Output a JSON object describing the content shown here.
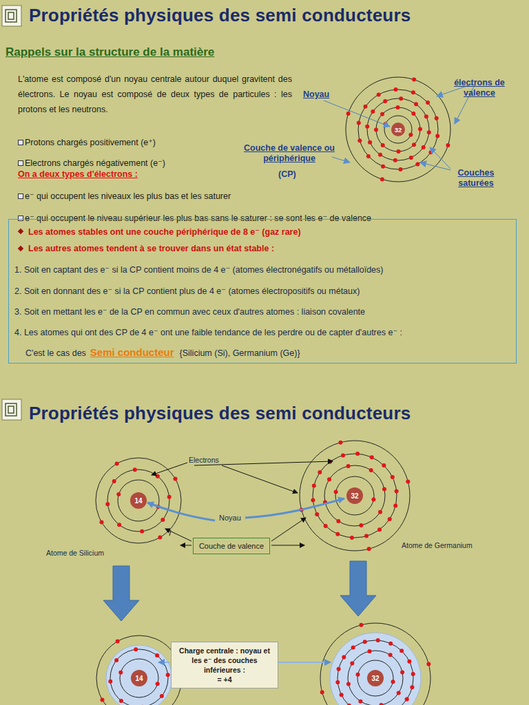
{
  "diagram": {
    "title": "Propriétés physiques des semi conducteurs",
    "nodes": [
      {
        "text": [
          "Les atomes stables ont une couche périphérique de 8 e⁻ (gaz rare)",
          "Les autres atomes tendent à se trouver dans un état stable :",
          "1.  Soit en captant des e⁻ si la CP contient moins de 4 e⁻ (atomes électronégatifs ou métalloïdes)",
          "2.  Soit en donnant des e⁻ si la CP contient plus de 4 e⁻ (atomes électropositifs ou métaux)",
          "3.  Soit en mettant les e⁻ de la CP en commun avec ceux d'autres atomes : liaison covalente",
          "4.  Les atomes qui ont des CP de 4 e⁻ ont une faible tendance de les perdre ou de capter d'autres e⁻ :",
          "C'est le cas des",
          "Semi conducteur",
          "{Silicium (Si), Germanium (Ge)}"
        ]
      },
      {
        "text": [
          "32"
        ]
      },
      {
        "text": [
          "14"
        ]
      },
      {
        "text": [
          "32"
        ]
      },
      {
        "text": [
          "Couche de valence"
        ]
      },
      {
        "text": [
          "Charge centrale : noyau et les e⁻ des couches inférieures :",
          "= +4"
        ]
      },
      {
        "text": [
          "14"
        ]
      },
      {
        "text": [
          "32"
        ]
      }
    ],
    "labels": [
      "Rappels sur la structure de la matière",
      "L'atome est composé d'un noyau centrale autour duquel gravitent des électrons. Le noyau est composé de deux types de particules : les protons et les neutrons.",
      "Protons chargés positivement (e⁺)",
      "Electrons chargés négativement (e⁻)",
      "On a deux types d'électrons :",
      "e⁻ qui occupent les niveaux les plus bas et les saturer",
      "e⁻ qui occupent le niveau supérieur les plus bas sans le saturer : se sont les e⁻ de valence",
      "Noyau",
      "électrons de valence",
      "Couche de valence ou périphérique",
      "(CP)",
      "Couches saturées",
      "Propriétés physiques des semi conducteurs",
      "Electrons",
      "Noyau",
      "Atome de Silicium",
      "Atome de Germanium"
    ]
  }
}
